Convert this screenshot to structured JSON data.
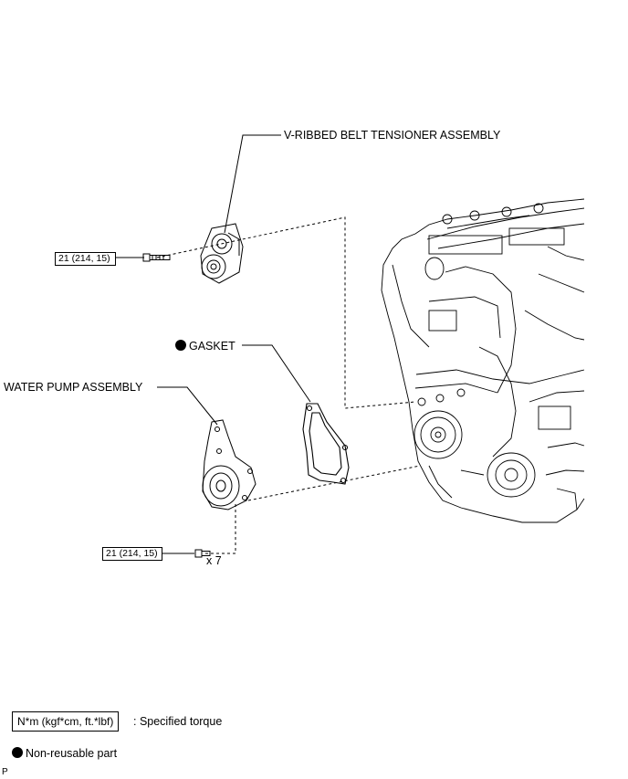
{
  "labels": {
    "tensioner": "V-RIBBED BELT TENSIONER ASSEMBLY",
    "gasket": "GASKET",
    "water_pump": "WATER PUMP ASSEMBLY"
  },
  "torque": {
    "tensioner_bolt": "21 (214, 15)",
    "water_pump_bolt": "21 (214, 15)",
    "bolt_count": "x 7"
  },
  "legend": {
    "unit_box": "N*m (kgf*cm, ft.*lbf)",
    "unit_desc": ": Specified torque",
    "nonreusable": "Non-reusable part"
  },
  "figure_code": "P",
  "colors": {
    "line": "#000000",
    "background": "#ffffff"
  }
}
